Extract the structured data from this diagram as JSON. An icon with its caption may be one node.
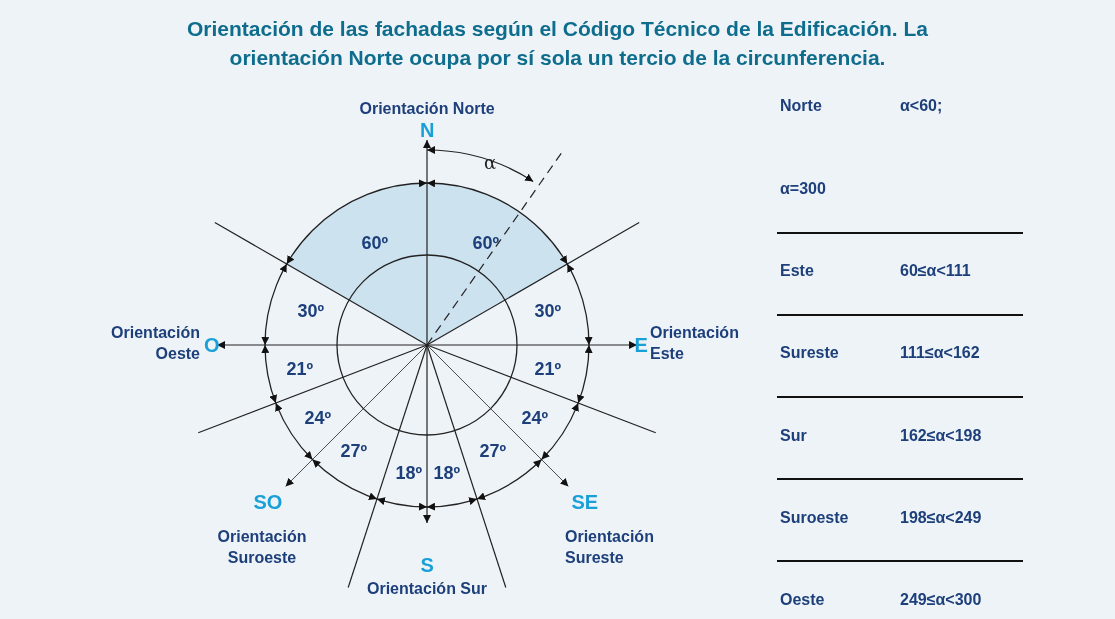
{
  "diagram": {
    "title": "Orientación de las fachadas según el Código Técnico de la Edificación. La orientación Norte ocupa por sí sola un tercio de la circunferencia.",
    "labels": [
      "Orientación Norte",
      "N",
      "α",
      "60º",
      "60º",
      "30º",
      "30º",
      "Orientación Oeste",
      "O",
      "E",
      "Orientación Este",
      "21º",
      "21º",
      "24º",
      "24º",
      "27º",
      "27º",
      "18º",
      "18º",
      "SO",
      "SE",
      "Orientación Suroeste",
      "S",
      "Orientación Sureste",
      "Orientación Sur",
      "Norte",
      "α<60;",
      "α=300",
      "Este",
      "60≤α<111",
      "Sureste",
      "111≤α<162",
      "Sur",
      "162≤α<198",
      "Suroeste",
      "198≤α<249",
      "Oeste",
      "249≤α<300"
    ]
  }
}
